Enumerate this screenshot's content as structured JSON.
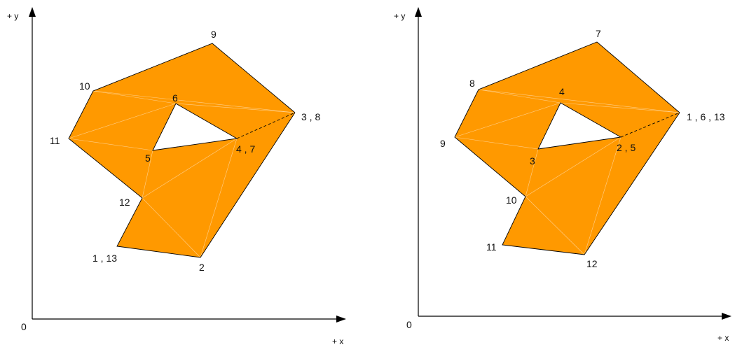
{
  "colors": {
    "fill": "#FF9900",
    "edge": "#000000",
    "hole": "#FFFFFF"
  },
  "panels": [
    {
      "origin_label": "0",
      "x_axis_label": "+ x",
      "y_axis_label": "+ y",
      "outer_labels": [
        "1 , 13",
        "2",
        "3 , 8",
        "9",
        "10",
        "11",
        "12"
      ],
      "hole_labels": [
        "4 , 7",
        "5",
        "6"
      ]
    },
    {
      "origin_label": "0",
      "x_axis_label": "+ x",
      "y_axis_label": "+ y",
      "outer_labels": [
        "1 , 6 , 13",
        "7",
        "8",
        "9",
        "10",
        "11",
        "12"
      ],
      "hole_labels": [
        "2 , 5",
        "3",
        "4"
      ]
    }
  ]
}
